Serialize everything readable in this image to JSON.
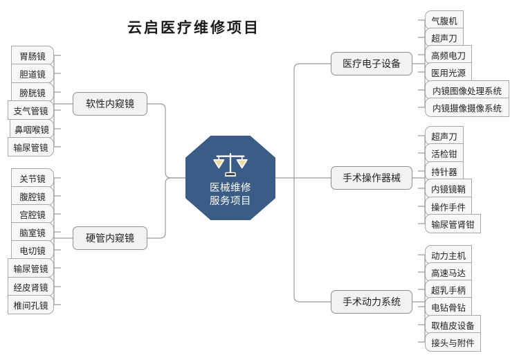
{
  "title": "云启医疗维修项目",
  "center": {
    "icon": "balance-scale-icon",
    "line1": "医械维修",
    "line2": "服务项目",
    "color": "#3a5c86"
  },
  "left_branches": [
    {
      "category": "软性内窥镜",
      "items": [
        "胃肠镜",
        "胆道镜",
        "膀胱镜",
        "支气管镜",
        "鼻咽喉镜",
        "输尿管镜"
      ]
    },
    {
      "category": "硬管内窥镜",
      "items": [
        "关节镜",
        "腹腔镜",
        "宫腔镜",
        "脑室镜",
        "电切镜",
        "输尿管镜",
        "经皮肾镜",
        "椎间孔镜"
      ]
    }
  ],
  "right_branches": [
    {
      "category": "医疗电子设备",
      "items": [
        "气腹机",
        "超声刀",
        "高频电刀",
        "医用光源",
        "内镜图像处理系统",
        "内镜摄像摄像系统"
      ]
    },
    {
      "category": "手术操作器械",
      "items": [
        "超声刀",
        "活检钳",
        "持针器",
        "内镜镜鞘",
        "操作手件",
        "输尿管肾钳"
      ]
    },
    {
      "category": "手术动力系统",
      "items": [
        "动力主机",
        "高速马达",
        "超乳手柄",
        "电钻骨钻",
        "取植皮设备",
        "接头与附件"
      ]
    }
  ],
  "colors": {
    "accent": "#3a5c86",
    "box_fill": "#f4f4f4",
    "box_border": "#9a9a9a",
    "line": "#9a9a9a",
    "text": "#222222"
  }
}
